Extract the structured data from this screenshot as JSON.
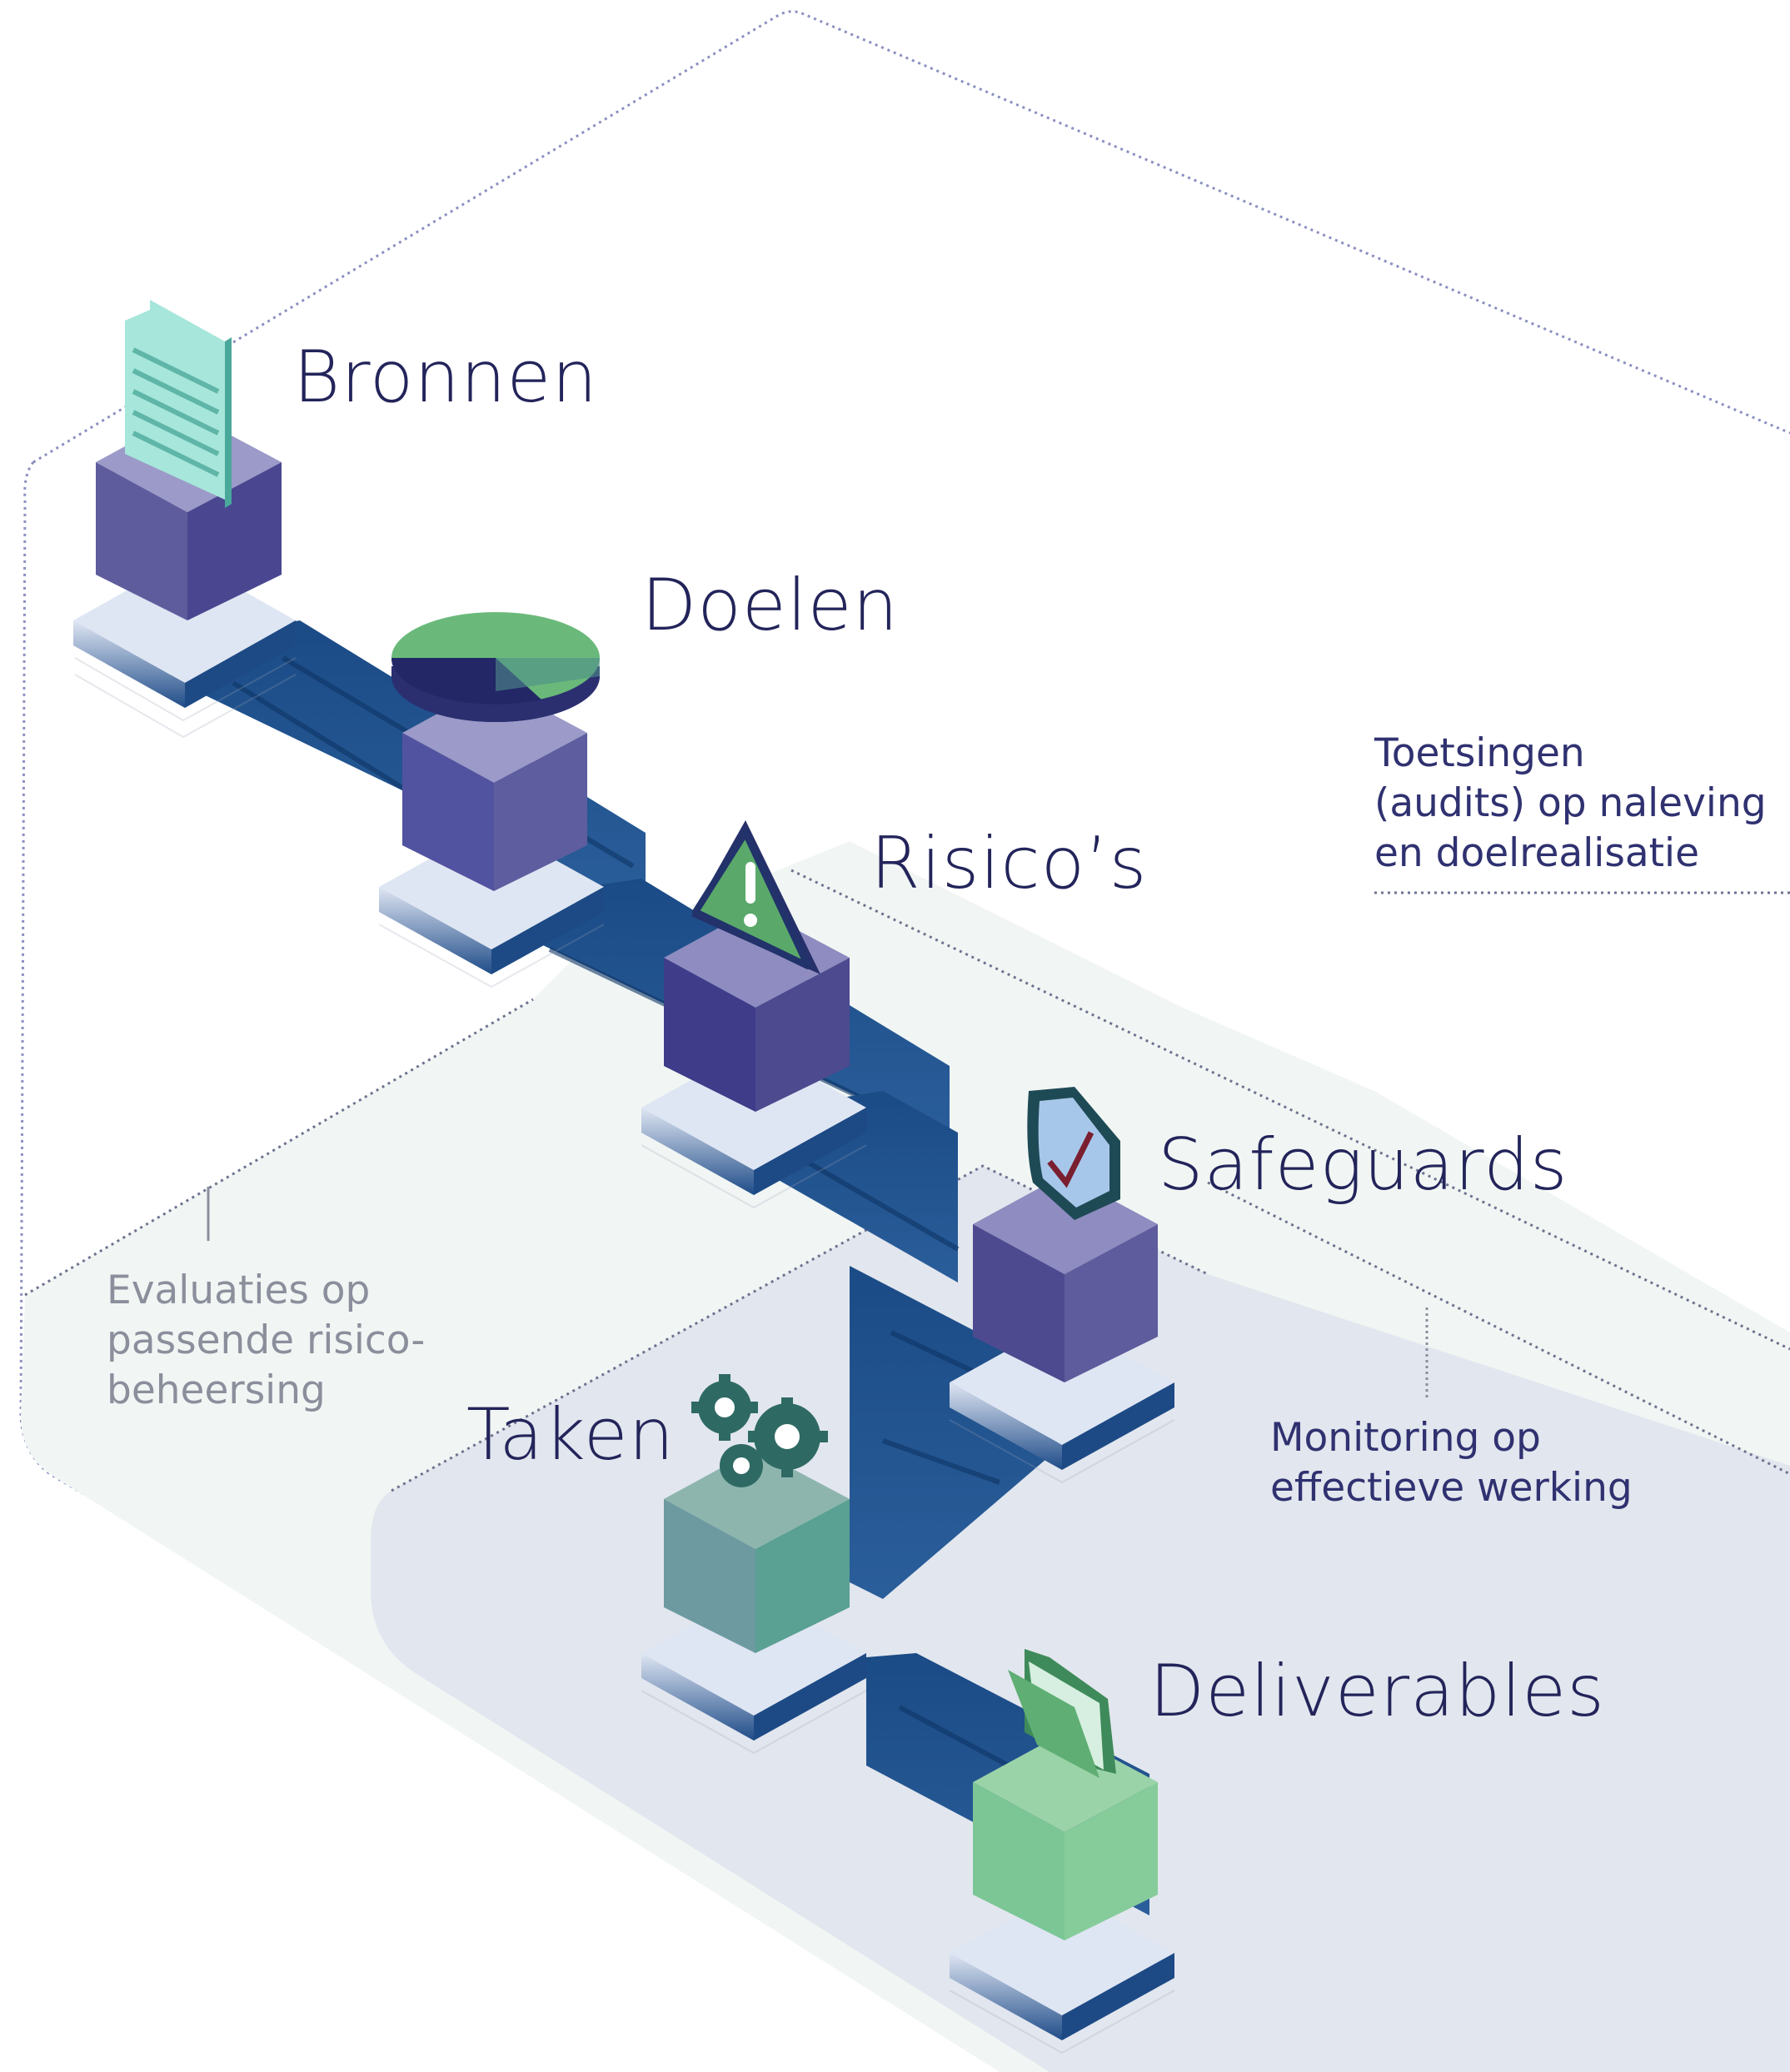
{
  "steps": [
    {
      "label": "Bronnen",
      "icon": "document-icon"
    },
    {
      "label": "Doelen",
      "icon": "pie-chart-icon"
    },
    {
      "label": "Risico’s",
      "icon": "warning-icon"
    },
    {
      "label": "Safeguards",
      "icon": "shield-check-icon"
    },
    {
      "label": "Taken",
      "icon": "gears-icon"
    },
    {
      "label": "Deliverables",
      "icon": "folder-icon"
    }
  ],
  "notes": {
    "audits": [
      "Toetsingen",
      "(audits) op naleving",
      "en doelrealisatie"
    ],
    "evaluations": [
      "Evaluaties op",
      "passende risico-",
      "beheersing"
    ],
    "monitoring": [
      "Monitoring op",
      "effectieve werking"
    ]
  },
  "colors": {
    "navy": "#1d4a85",
    "purple": "#4f4e92",
    "green": "#6ab97a",
    "teal": "#7fd8c6",
    "text": "#23245a"
  }
}
